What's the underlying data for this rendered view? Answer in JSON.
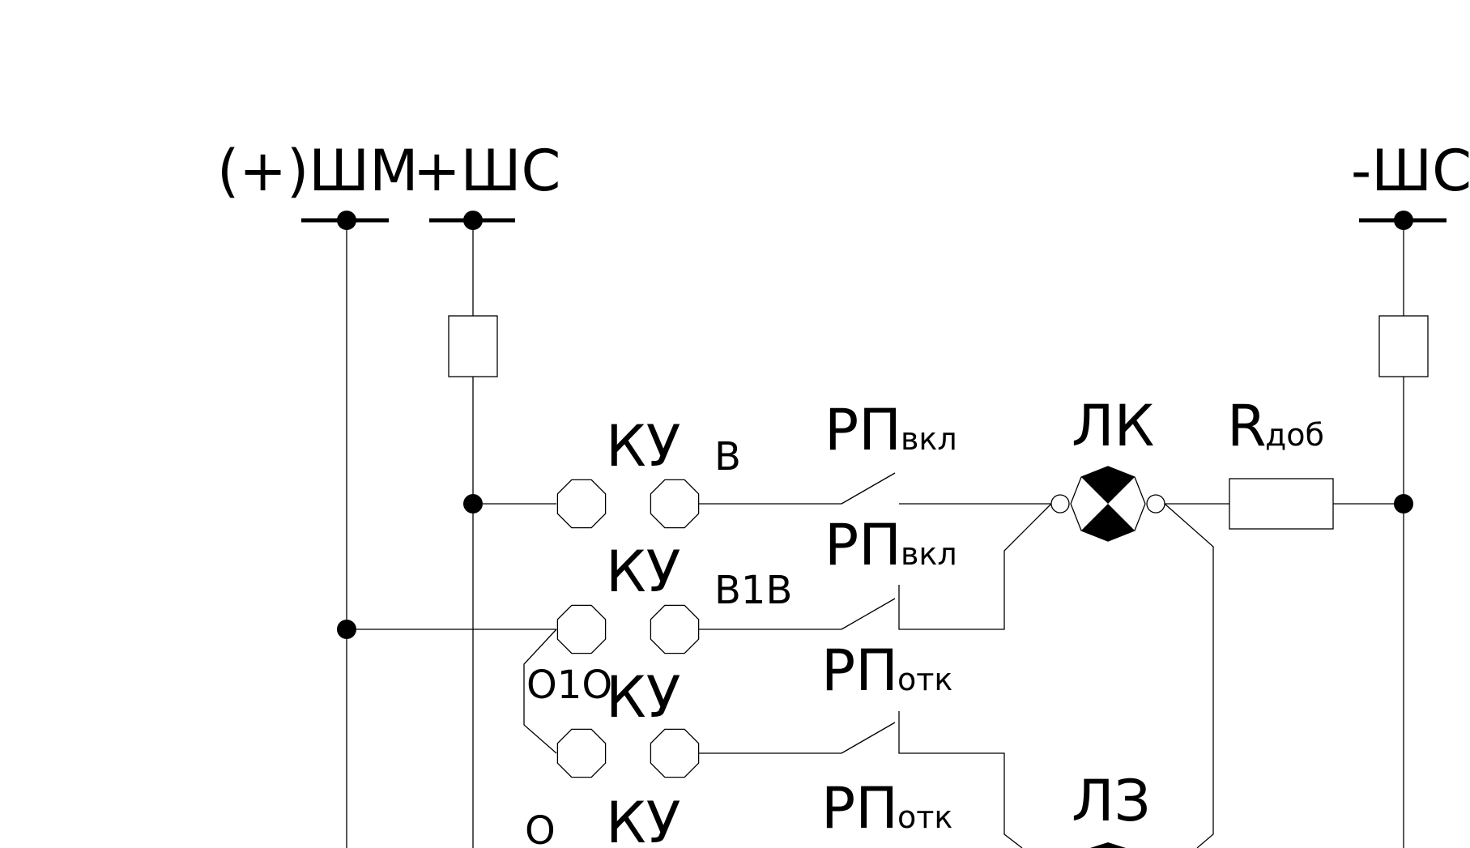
{
  "buses": {
    "plus_shm": "(+)ШМ",
    "plus_shs": "+ШС",
    "minus_shs": "-ШС"
  },
  "controls": {
    "ku_1": "КУ",
    "ku_2": "КУ",
    "ku_3": "КУ",
    "ku_4": "КУ",
    "pos_v": "В",
    "pos_b1b": "В1В",
    "pos_o1o": "О1О",
    "pos_o": "О"
  },
  "relays": {
    "rp_1_main": "РП",
    "rp_1_sub": "вкл",
    "rp_2_main": "РП",
    "rp_2_sub": "вкл",
    "rp_3_main": "РП",
    "rp_3_sub": "отк",
    "rp_4_main": "РП",
    "rp_4_sub": "отк"
  },
  "lamps": {
    "lk": "ЛК",
    "lz": "ЛЗ"
  },
  "resistor": {
    "main": "R",
    "sub": "доб"
  }
}
